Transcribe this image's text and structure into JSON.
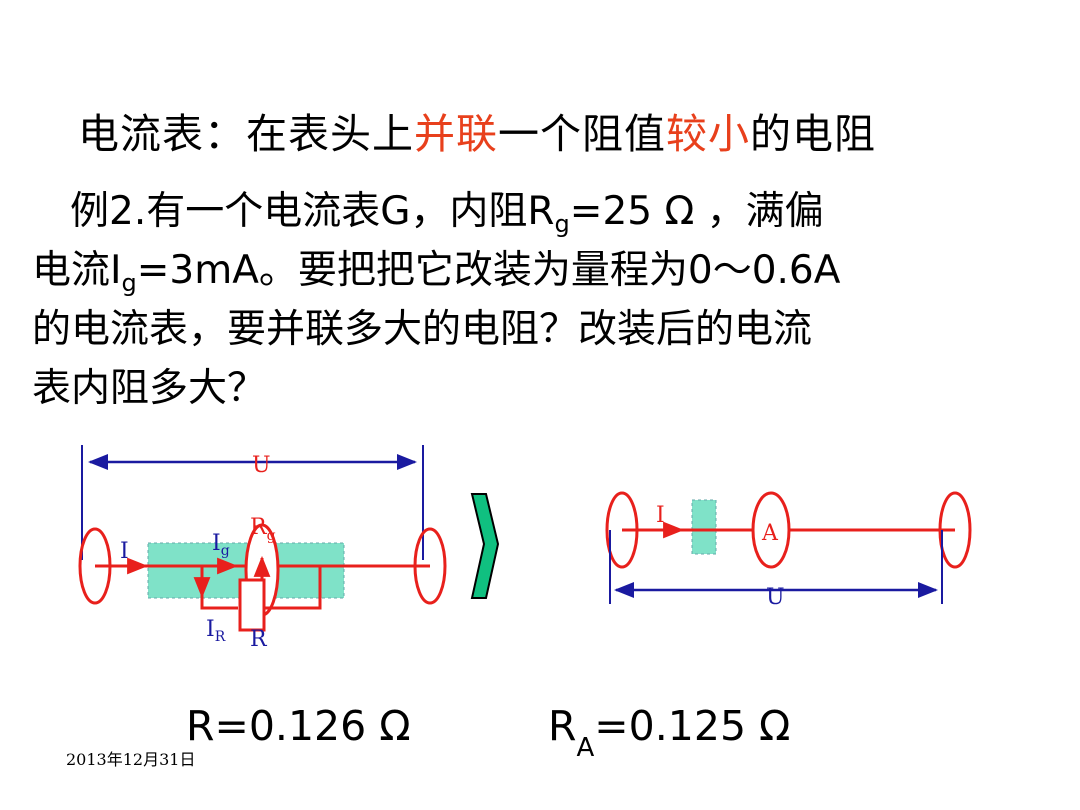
{
  "title": {
    "part1": "电流表：在表头上",
    "highlight1": "并联",
    "part2": "一个阻值",
    "highlight2": "较小",
    "part3": "的电阻"
  },
  "problem": {
    "line1_a": "例2.有一个电流表G，内阻R",
    "line1_sub": "g",
    "line1_b": "=25 Ω ，满偏",
    "line2_a": "电流I",
    "line2_sub": "g",
    "line2_b": "=3mA。要把把它改装为量程为0～0.6A",
    "line3": "的电流表，要并联多大的电阻？改装后的电流",
    "line4": "表内阻多大？"
  },
  "diagram_left": {
    "voltage_label": "U",
    "current_label": "I",
    "ig_main": "I",
    "ig_sub": "g",
    "rg_main": "R",
    "rg_sub": "g",
    "ir_main": "I",
    "ir_sub": "R",
    "r_label": "R"
  },
  "diagram_right": {
    "current_label": "I",
    "meter_label": "A",
    "voltage_label": "U"
  },
  "results": {
    "r_value": "R=0.126 Ω",
    "ra_main": "R",
    "ra_sub": "A",
    "ra_value": "=0.125 Ω"
  },
  "date": "2013年12月31日",
  "colors": {
    "red": "#e8401c",
    "wire_red": "#e8201c",
    "blue": "#1a1aa0",
    "teal": "#7fe2c8"
  }
}
